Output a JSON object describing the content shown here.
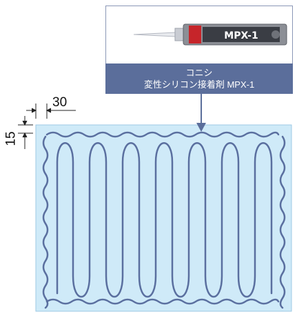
{
  "product": {
    "brand": "コニシ",
    "name": "変性シリコン接着剤 MPX-1",
    "tube_print": "MPX-1"
  },
  "dimensions": {
    "horizontal": "30",
    "vertical": "15"
  },
  "colors": {
    "panel_fill": "#cfeaf8",
    "bead_stroke": "#5a6f9f",
    "label_bg": "#5b6e9b",
    "arrow": "#5b6e9b",
    "tube_body": "#8c8f96"
  }
}
